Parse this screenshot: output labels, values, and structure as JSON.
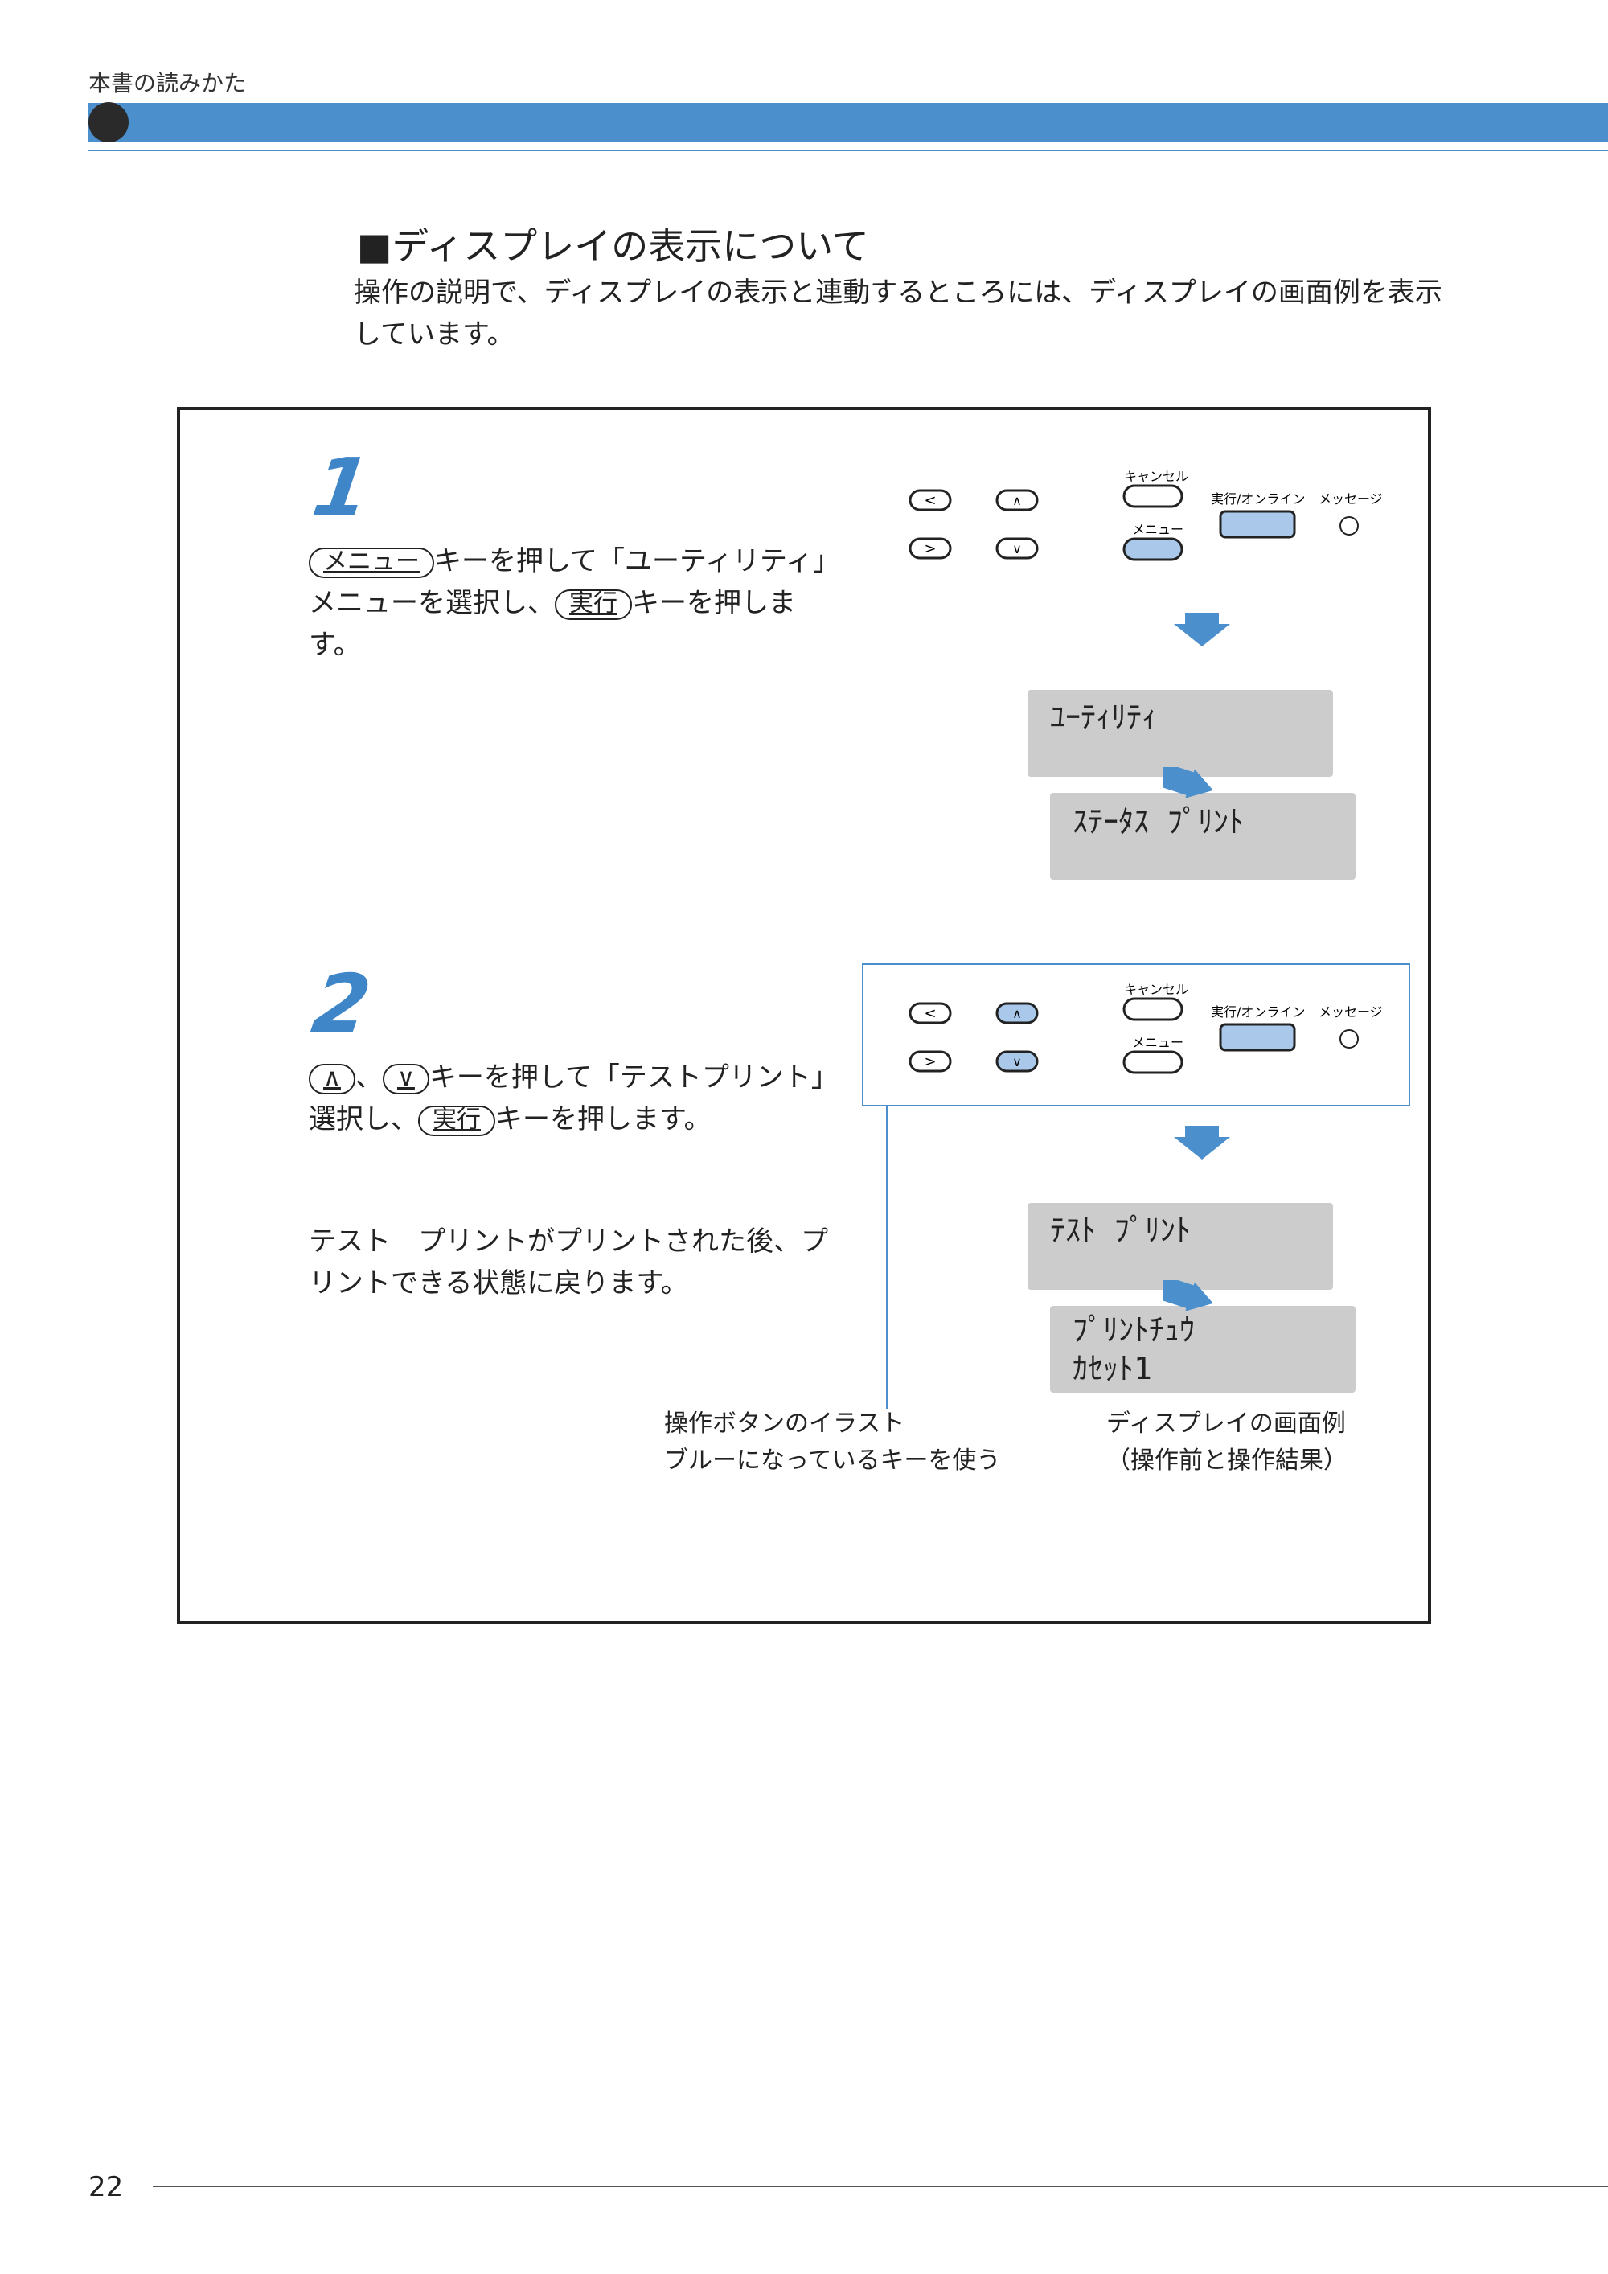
{
  "header": {
    "label": "本書の読みかた",
    "colors": {
      "bar": "#4b8fcc",
      "dot": "#2a2a2a"
    }
  },
  "section": {
    "heading": "■ディスプレイの表示について",
    "intro": "操作の説明で、ディスプレイの表示と連動するところには、ディスプレイの画面例を表示しています。"
  },
  "panel_labels": {
    "cancel": "キャンセル",
    "menu": "メニュー",
    "exec_online": "実行/オンライン",
    "message": "メッセージ",
    "key_left": "<",
    "key_right": ">",
    "key_up": "∧",
    "key_down": "∨"
  },
  "step1": {
    "number": "1",
    "key_menu": "メニュー",
    "text_a": "キーを押して「ユーティリティ」メニューを選択し、",
    "key_exec": "実行",
    "text_b": "キーを押します。",
    "display_before": "ﾕｰﾃｨﾘﾃｨ",
    "display_after": "ｽﾃｰﾀｽ ﾌﾟﾘﾝﾄ"
  },
  "step2": {
    "number": "2",
    "key_up": "∧",
    "sep": "、",
    "key_down": "∨",
    "text_a": "キーを押して「テストプリント」選択し、",
    "key_exec": "実行",
    "text_b": "キーを押します。",
    "note": "テスト　プリントがプリントされた後、プリントできる状態に戻ります。",
    "display_before": "ﾃｽﾄ ﾌﾟﾘﾝﾄ",
    "display_after_line1": "ﾌﾟﾘﾝﾄﾁｭｳ",
    "display_after_line2": "ｶｾｯﾄ1"
  },
  "captions": {
    "buttons_line1": "操作ボタンのイラスト",
    "buttons_line2": "ブルーになっているキーを使う",
    "display_line1": "ディスプレイの画面例",
    "display_line2": "（操作前と操作結果）"
  },
  "footer": {
    "page_number": "22"
  },
  "colors": {
    "accent": "#4b8fcc",
    "key_highlight": "#a9c8ea",
    "lcd": "#cccccc"
  }
}
